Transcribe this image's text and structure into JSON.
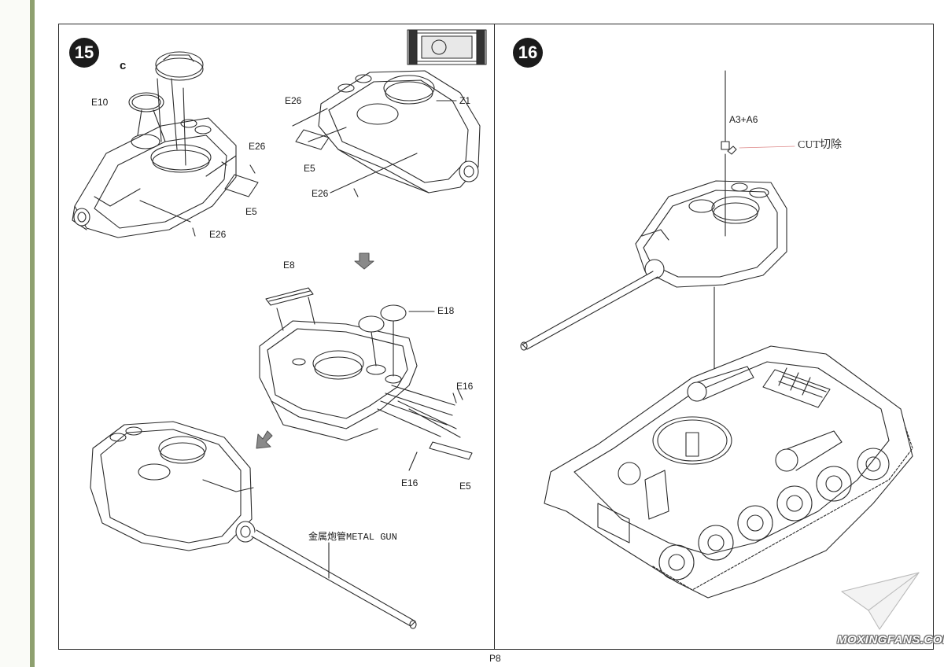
{
  "steps": {
    "left": "15",
    "right": "16"
  },
  "labels": {
    "c": "c",
    "e10": "E10",
    "e26_a": "E26",
    "e5_a": "E5",
    "e26_b": "E26",
    "e26_c": "E26",
    "e5_b": "E5",
    "e26_d": "E26",
    "z1": "Z1",
    "e8": "E8",
    "e18": "E18",
    "e16_a": "E16",
    "e16_b": "E16",
    "e5_c": "E5",
    "metal_gun": "金属炮管METAL GUN",
    "a3a6": "A3+A6",
    "cut": "CUT切除"
  },
  "page_number": "P8",
  "watermark": "MOXINGFANS.COM",
  "colors": {
    "line": "#2b2b2b",
    "arrow_fill": "#8a8a8a",
    "side_line": "#8ea06f"
  }
}
